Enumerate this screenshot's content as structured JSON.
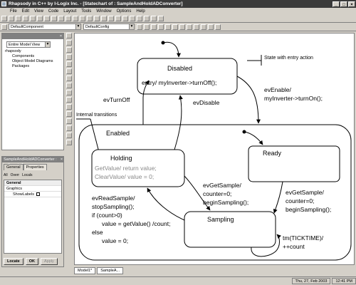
{
  "window": {
    "title": "Rhapsody in C++ by I-Logix Inc. - [Statechart of : SampleAndHoldADConverter]"
  },
  "menu": [
    "File",
    "Edit",
    "View",
    "Code",
    "Layout",
    "Tools",
    "Window",
    "Options",
    "Help"
  ],
  "toolbar2": {
    "component": "DefaultComponent",
    "config": "DefaultConfig"
  },
  "browser": {
    "title": "",
    "view": "Entire Model View",
    "tree": [
      "rhapsody",
      "Components",
      "Object Model Diagrams",
      "Packages"
    ]
  },
  "features": {
    "title": "SampleAndHoldADConverter : in SampleAn...",
    "tabs": [
      "General",
      "Properties"
    ],
    "filters": [
      "All",
      "Overr",
      "Locals"
    ],
    "group": "General",
    "rows": [
      "Graphics",
      "ShowLabels"
    ],
    "buttons": [
      "Locate",
      "OK",
      "Apply"
    ]
  },
  "diagram": {
    "states": {
      "disabled": {
        "name": "Disabled",
        "action": "entry/ myInverter->turnOff();"
      },
      "enabled": {
        "name": "Enabled"
      },
      "holding": {
        "name": "Holding",
        "line1": "GetValue/ return value;",
        "line2": "ClearValue/ value = 0;"
      },
      "ready": {
        "name": "Ready"
      },
      "sampling": {
        "name": "Sampling"
      }
    },
    "transitions": {
      "evTurnOff": "evTurnOff",
      "evDisable": "evDisable",
      "evEnable1": "evEnable/",
      "evEnable2": "myInverter->turnOn();",
      "gs1_1": "evGetSample/",
      "gs1_2": "counter=0;",
      "gs1_3": "beginSampling();",
      "gs2_1": "evGetSample/",
      "gs2_2": "counter=0;",
      "gs2_3": "beginSampling();",
      "rs1": "evReadSample/",
      "rs2": "stopSampling();",
      "rs3": "if (count>0)",
      "rs4": "value = getValue() /count;",
      "rs5": "else",
      "rs6": "value = 0;",
      "tm1": "tm(TICKTIME)/",
      "tm2": "++count"
    },
    "annotations": {
      "entry": "State with entry action",
      "internal": "Internal transitions"
    }
  },
  "doctabs": [
    "Model1*",
    "SampleA..."
  ],
  "status": {
    "date": "Thu, 27, Feb 2003",
    "time": "12:41 PM"
  }
}
